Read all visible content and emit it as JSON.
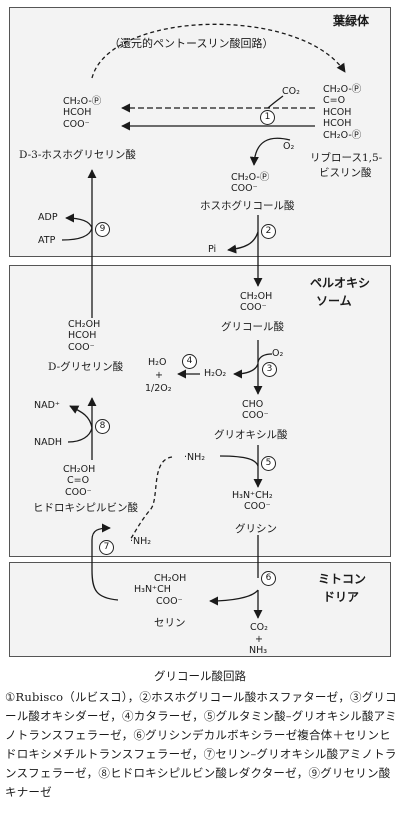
{
  "compartments": {
    "chloroplast": "葉緑体",
    "peroxisome_line1": "ペルオキシ",
    "peroxisome_line2": "ソーム",
    "mitochondria_line1": "ミトコン",
    "mitochondria_line2": "ドリア"
  },
  "cycle_label": "（還元的ペントースリン酸回路）",
  "molecules": {
    "rubp": {
      "lines": [
        "CH₂O-Ⓟ",
        "C=O",
        "HCOH",
        "HCOH",
        "CH₂O-Ⓟ"
      ],
      "name_line1": "リブロース1,5-",
      "name_line2": "ビスリン酸"
    },
    "pga": {
      "lines": [
        "CH₂O-Ⓟ",
        "HCOH",
        "COO⁻"
      ],
      "name": "D-3-ホスホグリセリン酸"
    },
    "phosphoglycolate": {
      "lines": [
        "CH₂O-Ⓟ",
        "COO⁻"
      ],
      "name": "ホスホグリコール酸"
    },
    "glycolate": {
      "lines": [
        "CH₂OH",
        "COO⁻"
      ],
      "name": "グリコール酸"
    },
    "glyoxylate": {
      "lines": [
        "CHO",
        "COO⁻"
      ],
      "name": "グリオキシル酸"
    },
    "glycine": {
      "lines": [
        "H₃N⁺CH₂",
        "COO⁻"
      ],
      "name": "グリシン"
    },
    "serine": {
      "lines": [
        "CH₂OH",
        "H₃N⁺CH",
        "COO⁻"
      ],
      "name": "セリン"
    },
    "hydroxypyruvate": {
      "lines": [
        "CH₂OH",
        "C=O",
        "COO⁻"
      ],
      "name": "ヒドロキシピルビン酸"
    },
    "glycerate": {
      "lines": [
        "CH₂OH",
        "HCOH",
        "COO⁻"
      ],
      "name": "D-グリセリン酸"
    }
  },
  "small_labels": {
    "co2_top": "CO₂",
    "o2_top": "O₂",
    "pi": "Pi",
    "o2_mid": "O₂",
    "h2o2": "H₂O₂",
    "h2o": "H₂O",
    "plus": "+",
    "half_o2": "1/2O₂",
    "nh2_glyox": "·NH₂",
    "nh2_serine": "·NH₂",
    "co2_bottom": "CO₂",
    "plus_bottom": "+",
    "nh3": "NH₃",
    "nad": "NAD⁺",
    "nadh": "NADH",
    "adp": "ADP",
    "atp": "ATP"
  },
  "step_numbers": [
    "①",
    "②",
    "③",
    "④",
    "⑤",
    "⑥",
    "⑦",
    "⑧",
    "⑨"
  ],
  "caption": "グリコール酸回路",
  "legend": "①Rubisco（ルビスコ），②ホスホグリコール酸ホスファターゼ，③グリコール酸オキシダーゼ，④カタラーゼ，⑤グルタミン酸–グリオキシル酸アミノトランスフェラーゼ，⑥グリシンデカルボキシラーゼ複合体＋セリンヒドロキシメチルトランスフェラーゼ，⑦セリン–グリオキシル酸アミノトランスフェラーゼ，⑧ヒドロキシピルビン酸レダクターゼ，⑨グリセリン酸キナーゼ"
}
